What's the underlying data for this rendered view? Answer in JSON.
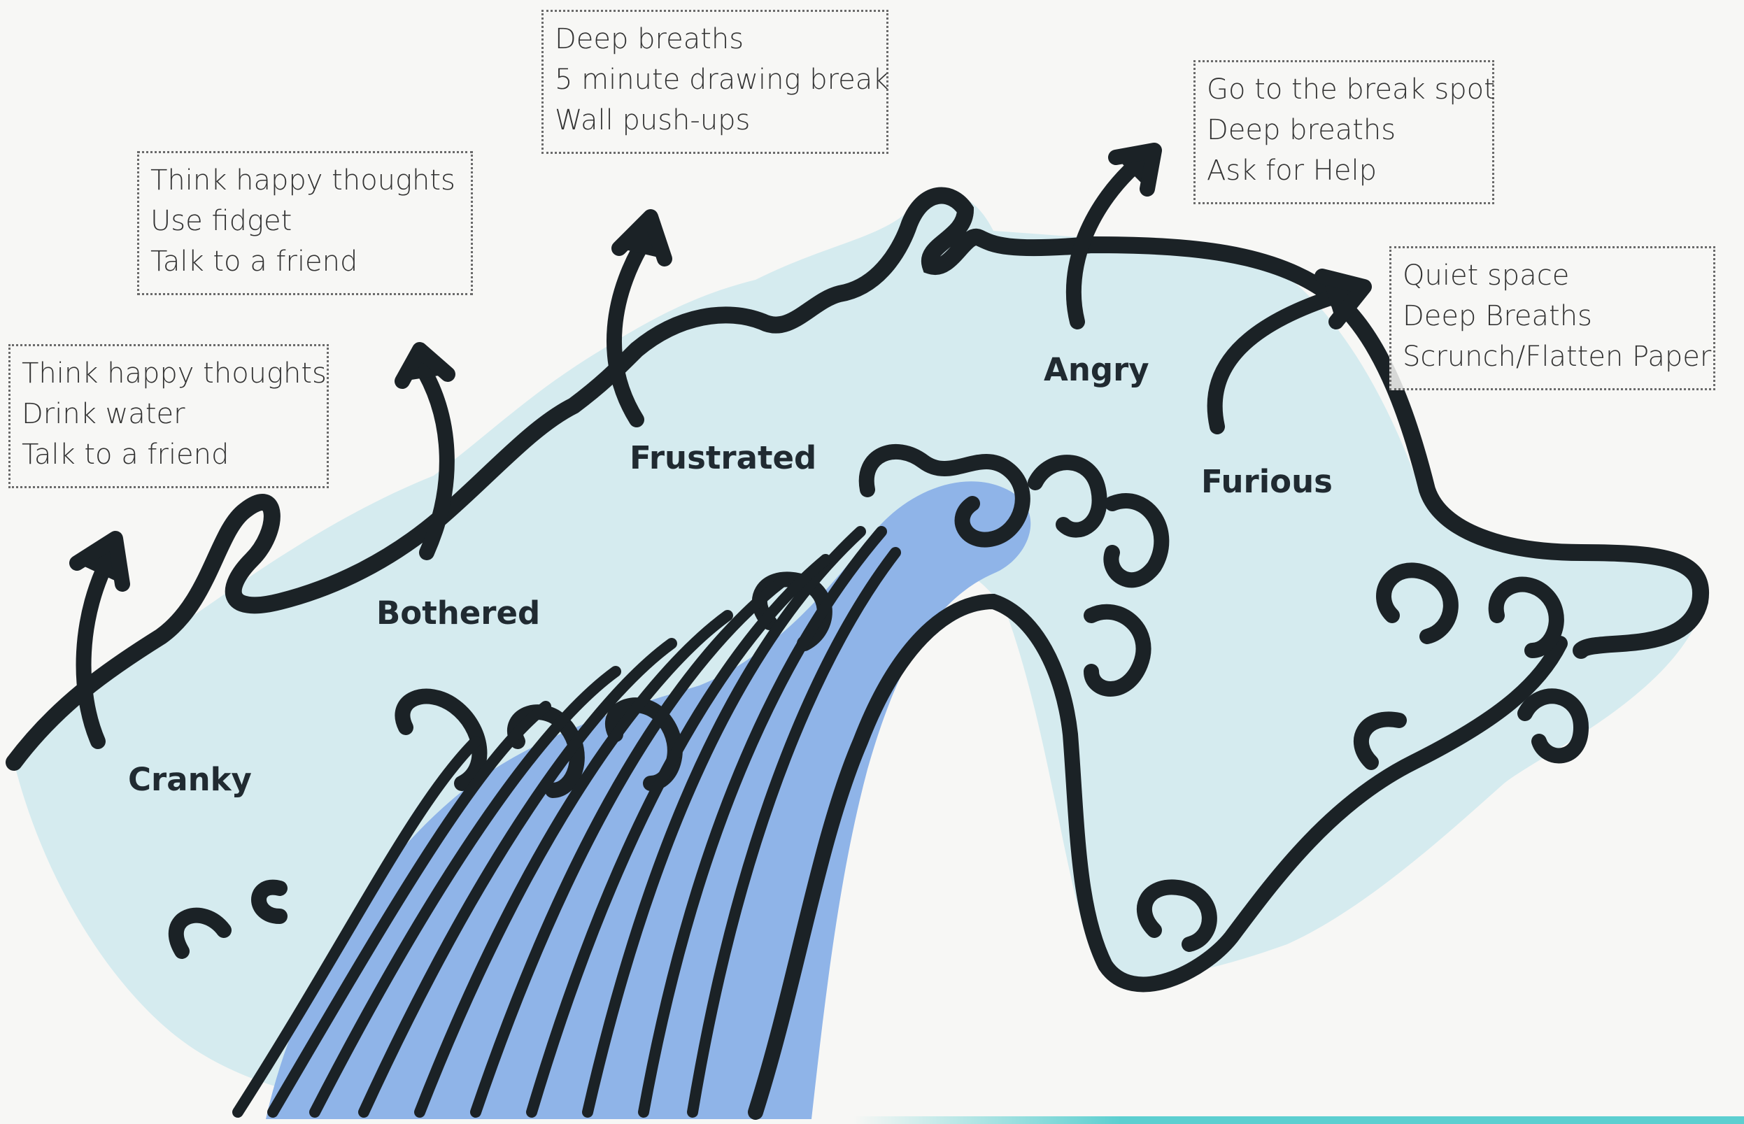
{
  "stages": [
    {
      "id": "cranky",
      "label": "Cranky",
      "tips": [
        "Think happy thoughts",
        "Drink water",
        "Talk to a friend"
      ]
    },
    {
      "id": "bothered",
      "label": "Bothered",
      "tips": [
        "Think happy thoughts",
        "Use fidget",
        "Talk to a friend"
      ]
    },
    {
      "id": "frustrated",
      "label": "Frustrated",
      "tips": [
        "Deep breaths",
        "5 minute drawing break",
        "Wall push-ups"
      ]
    },
    {
      "id": "angry",
      "label": "Angry",
      "tips": [
        "Go to the break spot",
        "Deep breaths",
        "Ask for Help"
      ]
    },
    {
      "id": "furious",
      "label": "Furious",
      "tips": [
        "Quiet space",
        "Deep Breaths",
        "Scrunch/Flatten Paper"
      ]
    }
  ],
  "colors": {
    "outline": "#1b2226",
    "sea_fill": "#d5ebef",
    "crest_blue": "#8fb4e8",
    "teal_accent": "#5ccfd0"
  }
}
